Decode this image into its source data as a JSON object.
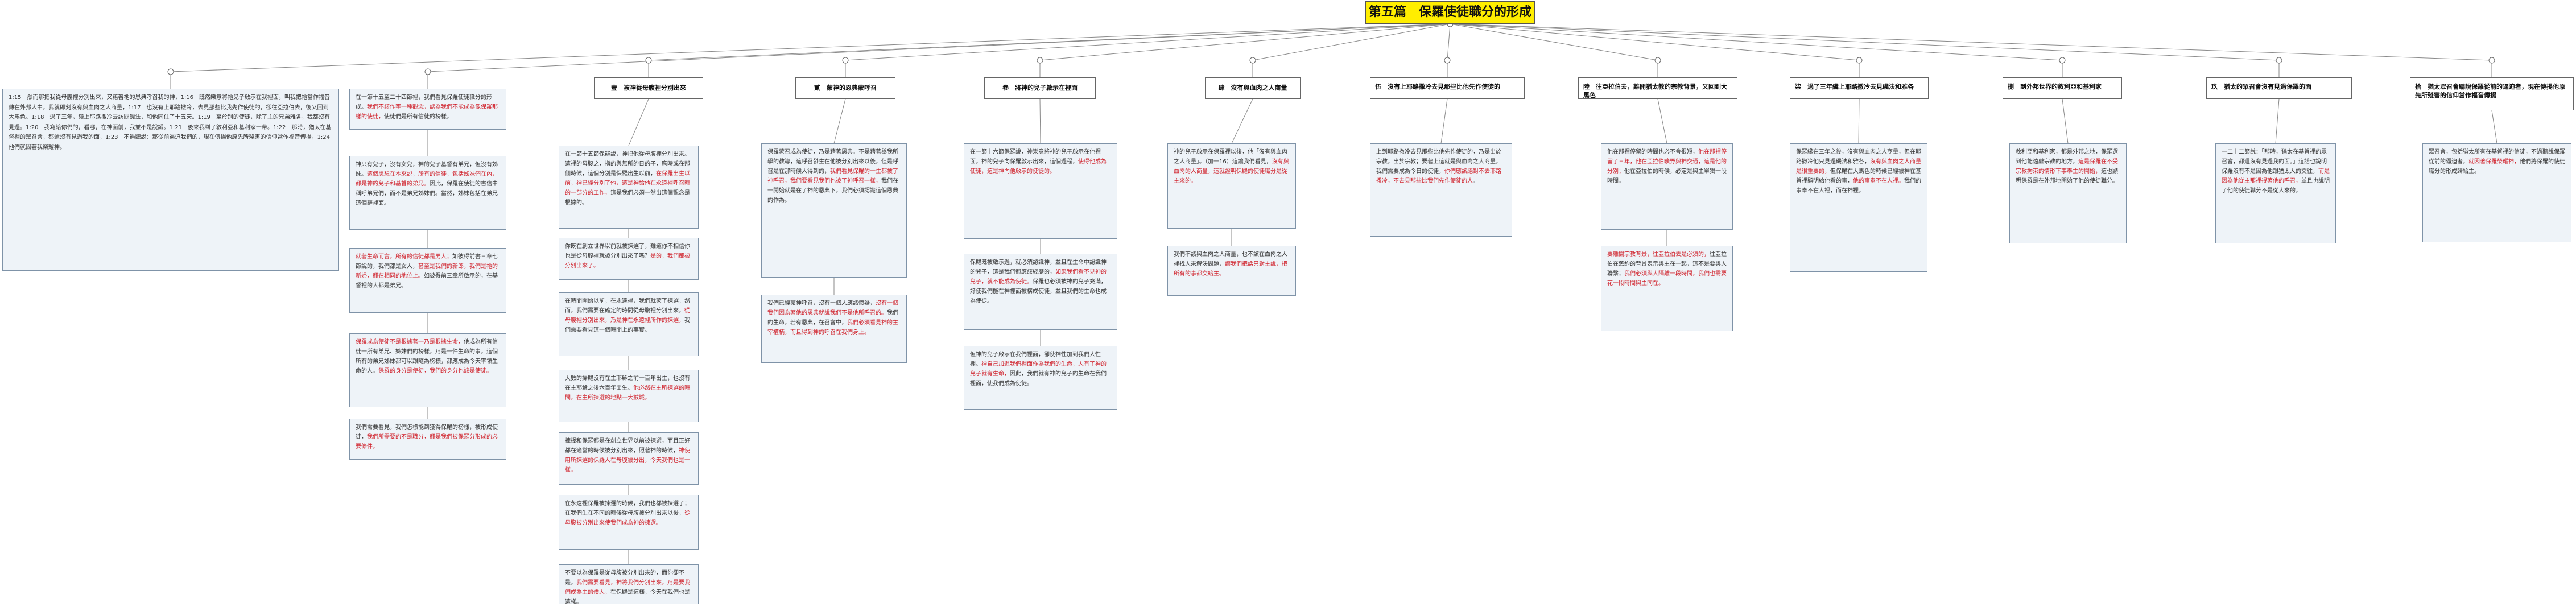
{
  "root": {
    "title": "第五篇　保羅使徒職分的形成"
  },
  "branches": [
    {
      "heading": "",
      "cards": [
        {
          "segments": [
            {
              "t": "1:15　然而那把我從母腹裡分別出來，又藉著祂的恩典呼召我的神，",
              "red": false
            },
            {
              "t": "1:16　既然樂意將祂兒子啟示在我裡面，叫我把祂當作福音傳在外邦人中，我就即刻沒有與血肉之人商量，",
              "red": false
            },
            {
              "t": "1:17　也沒有上耶路撒冷，去見那些比我先作使徒的，卻往亞拉伯去，後又回到大馬色。",
              "red": false
            },
            {
              "t": "1:18　過了三年，纔上耶路撒冷去訪問磯法，和他同住了十五天。",
              "red": false
            },
            {
              "t": "1:19　至於別的使徒，除了主的兄弟雅各，我都沒有見過。",
              "red": false
            },
            {
              "t": "1:20　我寫給你們的，看哪，在神面前，我並不是說謊。",
              "red": false
            },
            {
              "t": "1:21　後來我到了敘利亞和基利家一帶。",
              "red": false
            },
            {
              "t": "1:22　那時，猶太在基督裡的眾召會，都還沒有見過我的面，",
              "red": false
            },
            {
              "t": "1:23　不過聽說：那從前逼迫我們的，現在傳揚他原先所殘害的信仰當作福音傳揚，",
              "red": false
            },
            {
              "t": "1:24　他們就因著我榮耀神。",
              "red": false
            }
          ]
        }
      ]
    },
    {
      "heading": "",
      "cards": [
        {
          "segments": [
            {
              "t": "在一節十五至二十四節裡，我們看見保羅使徒職分的形成。",
              "red": false
            },
            {
              "t": "我們不該作字一種觀念，認為我們不能成為像保羅那樣的使徒，",
              "red": true
            },
            {
              "t": "使徒們是所有信徒的榜樣。",
              "red": false
            }
          ]
        },
        {
          "segments": [
            {
              "t": "神只有兒子，沒有女兒，神的兒子基督有弟兄，但沒有姊妹。",
              "red": false
            },
            {
              "t": "這個思想在本來説，所有的信徒，包括姊妹們在內，都是神的兒子和基督的弟兄。",
              "red": true
            },
            {
              "t": "因此，保羅在使徒的書信中稱呼弟兄們，而不是弟兄姊妹們。當然，姊妹包括在弟兄這個辭裡面。",
              "red": false
            }
          ]
        },
        {
          "segments": [
            {
              "t": "就著生命而言，所有的信徒都是男人；",
              "red": true
            },
            {
              "t": "如彼得前書三章七節說的，我們都是女人，",
              "red": false
            },
            {
              "t": "甚至是我們的新郎，我們是祂的新婦，都在相同的地位上。",
              "red": true
            },
            {
              "t": "如彼得前三章所啟示的，在基督裡的人都是弟兄。",
              "red": false
            }
          ]
        },
        {
          "segments": [
            {
              "t": "保羅成為使徒不是根據著一乃是根據生命，",
              "red": true
            },
            {
              "t": "他成為所有信徒一所有弟兄、姊妹們的榜樣，乃是一件生命的事。這個所有的弟兄姊妹都可以跟隨為榜樣，都應成為今天率領生命的人。",
              "red": false
            },
            {
              "t": "保羅的身分是使徒，我們的身分也該是使徒。",
              "red": true
            }
          ]
        },
        {
          "segments": [
            {
              "t": "我們需要看見，我們怎樣能到獲得保羅的榜樣，被形成使徒，",
              "red": false
            },
            {
              "t": "我們所需要的不是職分，都是我們被保羅分形成的必要條件。",
              "red": true
            }
          ]
        }
      ]
    },
    {
      "heading": "壹　被神從母腹裡分別出來",
      "cards": [
        {
          "segments": [
            {
              "t": "在一節十五節保羅說，神把他從母腹裡分別出來。這裡的母腹之，指的與無所的日的子，應時或在那個時候，這個分別是保羅出生以前，",
              "red": false
            },
            {
              "t": "在保羅出生以前，神已經分別了他，這是神給他在永遠裡呼召時的一部分的工作，",
              "red": true
            },
            {
              "t": "這是我們必須一然出這個觀念是根據的。",
              "red": false
            }
          ]
        },
        {
          "segments": [
            {
              "t": "你既在創立世界以前就被揀選了，難道你不相信你也是從母腹裡就被分別出來了嗎？",
              "red": false
            },
            {
              "t": "是的，我們都被分別出來了。",
              "red": true
            }
          ]
        },
        {
          "segments": [
            {
              "t": "在時間開始以前，在永遠裡，我們就蒙了揀選，然而，我們需要在確定的時間從母腹裡分別出來，",
              "red": false
            },
            {
              "t": "從母腹裡分別出來，乃是神在永遠裡所作的揀選，",
              "red": true
            },
            {
              "t": "我們需要看見這一個時間上的事實。",
              "red": false
            }
          ]
        },
        {
          "segments": [
            {
              "t": "大數的掃羅沒有在主耶穌之前一百年出生，也沒有在主耶穌之後六百年出生。",
              "red": false
            },
            {
              "t": "他必然在主所揀選的時間，在主所揀選的地點一大數城。",
              "red": true
            }
          ]
        },
        {
          "segments": [
            {
              "t": "揀擇和保羅都是在創立世界以前被揀選，而且正好都在適當的時候被分別出來，照著神的時候，",
              "red": false
            },
            {
              "t": "神使用所揀選的保羅人在母腹被分出，今天我們也是一樣。",
              "red": true
            }
          ]
        },
        {
          "segments": [
            {
              "t": "在永遠裡保羅被揀選的時候，我們也都被揀選了；在我們生在不同的時候從母腹被分別出來以後，",
              "red": false
            },
            {
              "t": "從母腹被分別出來使我們成為神的揀選。",
              "red": true
            }
          ]
        },
        {
          "segments": [
            {
              "t": "不要以為保羅是從母腹被分別出來的，而你卻不是。",
              "red": false
            },
            {
              "t": "我們需要看見，神將我們分別出來，乃是要我們成為主的僕人，",
              "red": true
            },
            {
              "t": "在保羅是這樣，今天在我們也是這樣。",
              "red": false
            }
          ]
        }
      ]
    },
    {
      "heading": "貳　蒙神的恩典蒙呼召",
      "cards": [
        {
          "segments": [
            {
              "t": "保羅蒙召成為使徒，乃是藉著恩典。不是藉著舉我所學的教導，這呼召發生在他被分別出來以後，但是呼召是在那時候人得到的，",
              "red": false
            },
            {
              "t": "我們看見保羅的一生都被了神呼召，我們要看見我們也被了神呼召一樣，",
              "red": true
            },
            {
              "t": "我們在一開始就是在了神的恩典下，我們必須認識這個恩典的作為。",
              "red": false
            }
          ]
        },
        {
          "segments": [
            {
              "t": "我們已經蒙神呼召，沒有一個人應該懷疑，",
              "red": false
            },
            {
              "t": "沒有一個我們因為著他的恩典就說我們不是他所呼召的。",
              "red": true
            },
            {
              "t": "我們的生命，若有恩典，在召會中，",
              "red": false
            },
            {
              "t": "我們必須看見神的主宰權柄，而且得到神的呼召在我們身上。",
              "red": true
            }
          ]
        }
      ]
    },
    {
      "heading": "參　將神的兒子啟示在裡面",
      "cards": [
        {
          "segments": [
            {
              "t": "在一節十六節保羅說，神樂意將神的兒子啟示在他裡面。神的兒子向保羅啟示出來，這個過程，",
              "red": false
            },
            {
              "t": "使得他成為使徒，這是神向他啟示的使徒的。",
              "red": true
            }
          ]
        },
        {
          "segments": [
            {
              "t": "保羅既被啟示過，就必須認識神，並且在生命中認識神的兒子，這是我們都應該經歷的，",
              "red": false
            },
            {
              "t": "如果我們看不見神的兒子，就不能成為使徒。",
              "red": true
            },
            {
              "t": "保羅也必須被神的兒子充滿，好使我們能在神裡面被構成使徒，並且我們的生命也成為使徒。",
              "red": false
            }
          ]
        },
        {
          "segments": [
            {
              "t": "但神的兒子啟示在我們裡面，卻使神性加到我們人性裡。",
              "red": false
            },
            {
              "t": "神自己加進我們裡面作為我們的生命，人有了神的兒子就有生命，",
              "red": true
            },
            {
              "t": "因此，我們就有神的兒子的生命在我們裡面，使我們成為使徒。",
              "red": false
            }
          ]
        }
      ]
    },
    {
      "heading": "肆　沒有與血肉之人商量",
      "cards": [
        {
          "segments": [
            {
              "t": "神的兒子啟示在保羅裡以後，他「沒有與血肉之人商量」。（加一16）這讓我們看見，",
              "red": false
            },
            {
              "t": "沒有與血肉的人商量，這就證明保羅的使徒職分是從主來的。",
              "red": true
            }
          ]
        },
        {
          "segments": [
            {
              "t": "我們不該與血肉之人商量，也不該在血肉之人裡找人來解決問題，",
              "red": false
            },
            {
              "t": "讓我們把話只對主說，把所有的事都交給主。",
              "red": true
            }
          ]
        }
      ]
    },
    {
      "heading": "伍　沒有上耶路撒冷去見那些比他先作使徒的",
      "cards": [
        {
          "segments": [
            {
              "t": "上到耶路撒冷去見那些比他先作使徒的，乃是出於宗教，出於宗教；要著上這就是與血肉之人商量，我們需要成為今日的使徒，",
              "red": false
            },
            {
              "t": "你們應該絕對不去耶路撒冷，不去見那些比我們先作使徒的人",
              "red": true
            },
            {
              "t": "。",
              "red": false
            }
          ]
        }
      ]
    },
    {
      "heading": "陸　往亞拉伯去，離開猶太教的宗教背景，又回到大馬色",
      "cards": [
        {
          "segments": [
            {
              "t": "他在那裡停留的時間也必不會很短，",
              "red": false
            },
            {
              "t": "他在那裡停留了三年，他在亞拉伯曠野與神交通，這是他的分別；",
              "red": true
            },
            {
              "t": "他在亞拉伯的時候，必定是與主單獨一段時間。",
              "red": false
            }
          ]
        },
        {
          "segments": [
            {
              "t": "要離開宗教背景，往亞拉伯去是必須的，",
              "red": true
            },
            {
              "t": "往亞拉伯在舊約的背景表示與主在一起，這不是要與人聯繫；",
              "red": false
            },
            {
              "t": "我們必須與人隔離一段時間，我們也需要花一段時間與主同在。",
              "red": true
            }
          ]
        }
      ]
    },
    {
      "heading": "柒　過了三年纔上耶路撒冷去見磯法和雅各",
      "cards": [
        {
          "segments": [
            {
              "t": "保羅纔在三年之後，沒有與血肉之人商量，但在耶路撒冷他只見過磯法和雅各，",
              "red": false
            },
            {
              "t": "沒有與血肉之人商量是很重要的，",
              "red": true
            },
            {
              "t": "但保羅在大馬色的時候已經被神在基督裡顯明給他看的事，",
              "red": false
            },
            {
              "t": "他的事奉不在人裡。",
              "red": true
            },
            {
              "t": "我們的事奉不在人裡，而在神裡。",
              "red": false
            }
          ]
        }
      ]
    },
    {
      "heading": "捌　到外邦世界的敘利亞和基利家",
      "cards": [
        {
          "segments": [
            {
              "t": "敘利亞和基利家，都是外邦之地，保羅選到他能遠離宗教的地方，",
              "red": false
            },
            {
              "t": "這是保羅在不受宗教拘束的情形下事奉主的開始，",
              "red": true
            },
            {
              "t": "這也顯明保羅是在外邦地開始了他的使徒職分。",
              "red": false
            }
          ]
        }
      ]
    },
    {
      "heading": "玖　猶太的眾召會沒有見過保羅的面",
      "cards": [
        {
          "segments": [
            {
              "t": "一二十二節說：「那時，猶太在基督裡的眾召會，都還沒有見過我的面。」這話也說明保羅沒有不是因為他跟猶太人的交往，",
              "red": false
            },
            {
              "t": "而是因為他從主那裡得著他的呼召，",
              "red": true
            },
            {
              "t": "並且也說明了他的使徒職分不是從人來的。",
              "red": false
            }
          ]
        }
      ]
    },
    {
      "heading": "拾　猶太眾召會聽說保羅從前的逼迫者，現在傳揚他原先所殘害的信仰當作福音傳揚",
      "cards": [
        {
          "segments": [
            {
              "t": "眾召會，包括猶太所有在基督裡的信徒，不過聽說保羅從前的逼迫者，",
              "red": false
            },
            {
              "t": "就因著保羅榮耀神，",
              "red": true
            },
            {
              "t": "他們將保羅的使徒職分的形成歸給主。",
              "red": false
            }
          ]
        }
      ]
    }
  ]
}
